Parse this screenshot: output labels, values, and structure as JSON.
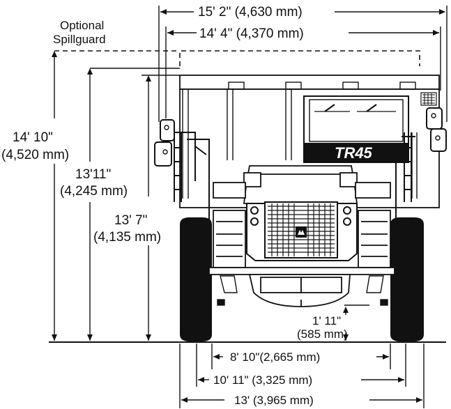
{
  "spillguard": {
    "line1": "Optional",
    "line2": "Spillguard"
  },
  "model_badge": "TR45",
  "dimensions": {
    "overall_width": "15' 2\" (4,630 mm)",
    "body_width": "14' 4\" (4,370 mm)",
    "height_spillguard_ft": "14' 10\"",
    "height_spillguard_mm": "(4,520 mm)",
    "height_canopy_ft": "13'11\"",
    "height_canopy_mm": "(4,245 mm)",
    "height_cab_ft": "13' 7\"",
    "height_cab_mm": "(4,135 mm)",
    "ground_clearance_ft": "1'  11\"",
    "ground_clearance_mm": "(585 mm)",
    "track_inner": "8' 10\"(2,665 mm)",
    "track_center": "10' 11\" (3,325 mm)",
    "track_outer": "13' (3,965 mm)"
  },
  "colors": {
    "line": "#111111",
    "tire": "#111111",
    "paper": "#ffffff"
  },
  "icons": [
    "mirror-icon",
    "manufacturer-emblem-icon"
  ]
}
